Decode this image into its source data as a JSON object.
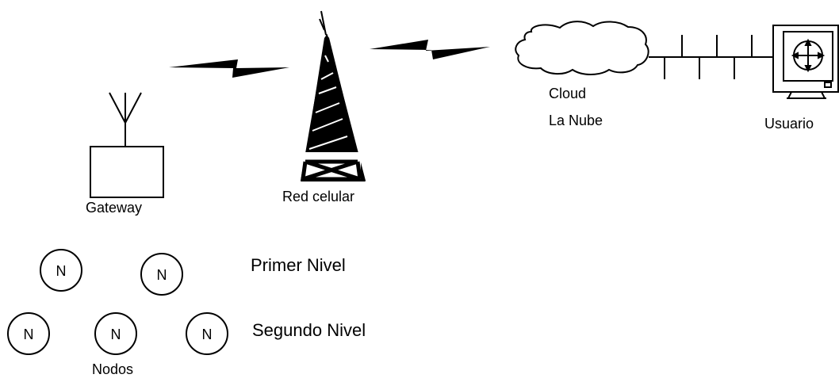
{
  "labels": {
    "gateway": "Gateway",
    "red_celular": "Red celular",
    "cloud": "Cloud",
    "la_nube": "La Nube",
    "usuario": "Usuario",
    "primer_nivel": "Primer Nivel",
    "segundo_nivel": "Segundo Nivel",
    "nodos": "Nodos"
  },
  "node_letter": "N",
  "icons": [
    "antenna-icon",
    "cell-tower-icon",
    "lightning-link-icon",
    "cloud-icon",
    "network-bus-icon",
    "monitor-icon",
    "node-icon"
  ]
}
